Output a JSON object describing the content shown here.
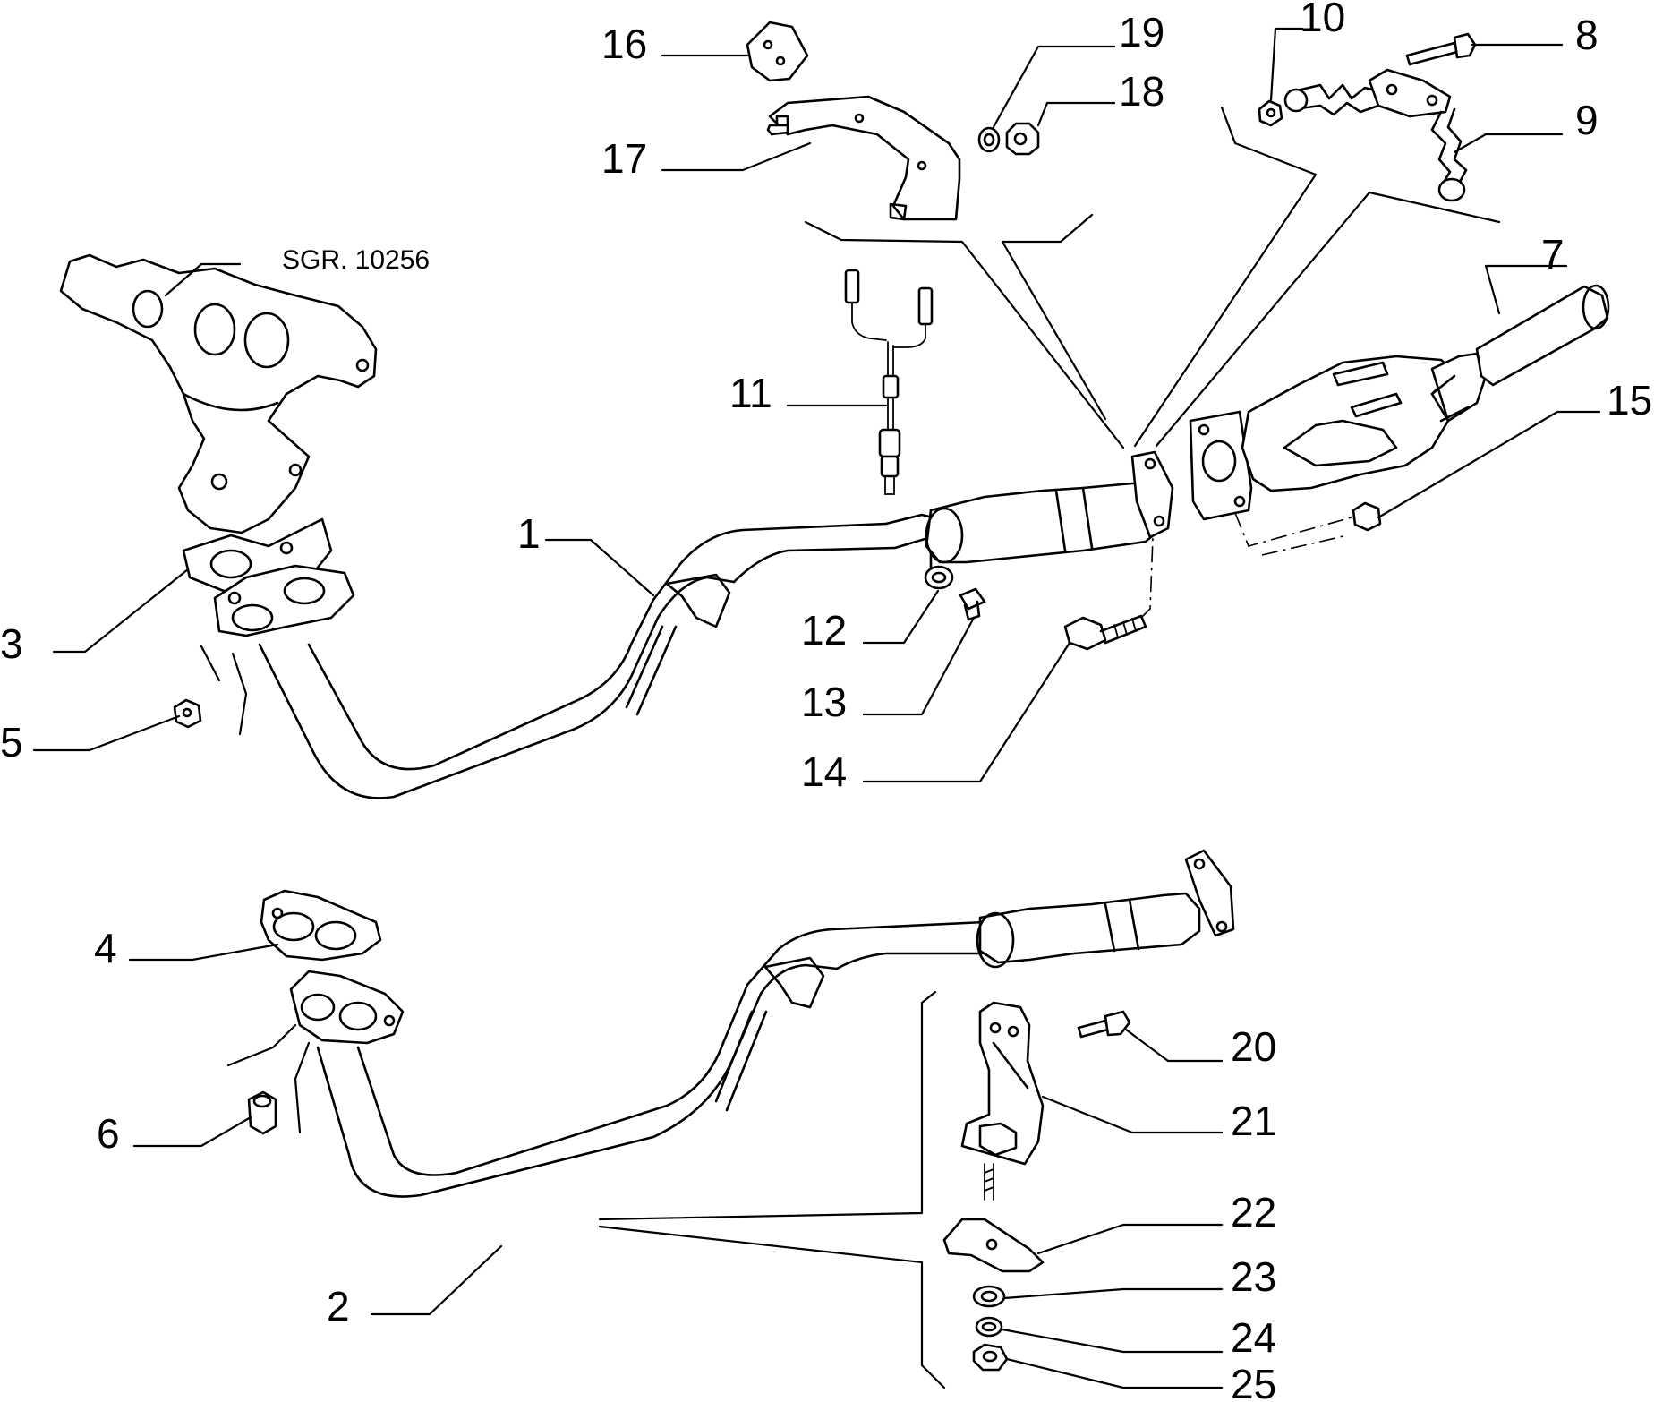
{
  "reference": "SGR. 10256",
  "callouts": [
    "1",
    "2",
    "3",
    "4",
    "5",
    "6",
    "7",
    "8",
    "9",
    "10",
    "11",
    "12",
    "13",
    "14",
    "15",
    "16",
    "17",
    "18",
    "19",
    "20",
    "21",
    "22",
    "23",
    "24",
    "25"
  ]
}
